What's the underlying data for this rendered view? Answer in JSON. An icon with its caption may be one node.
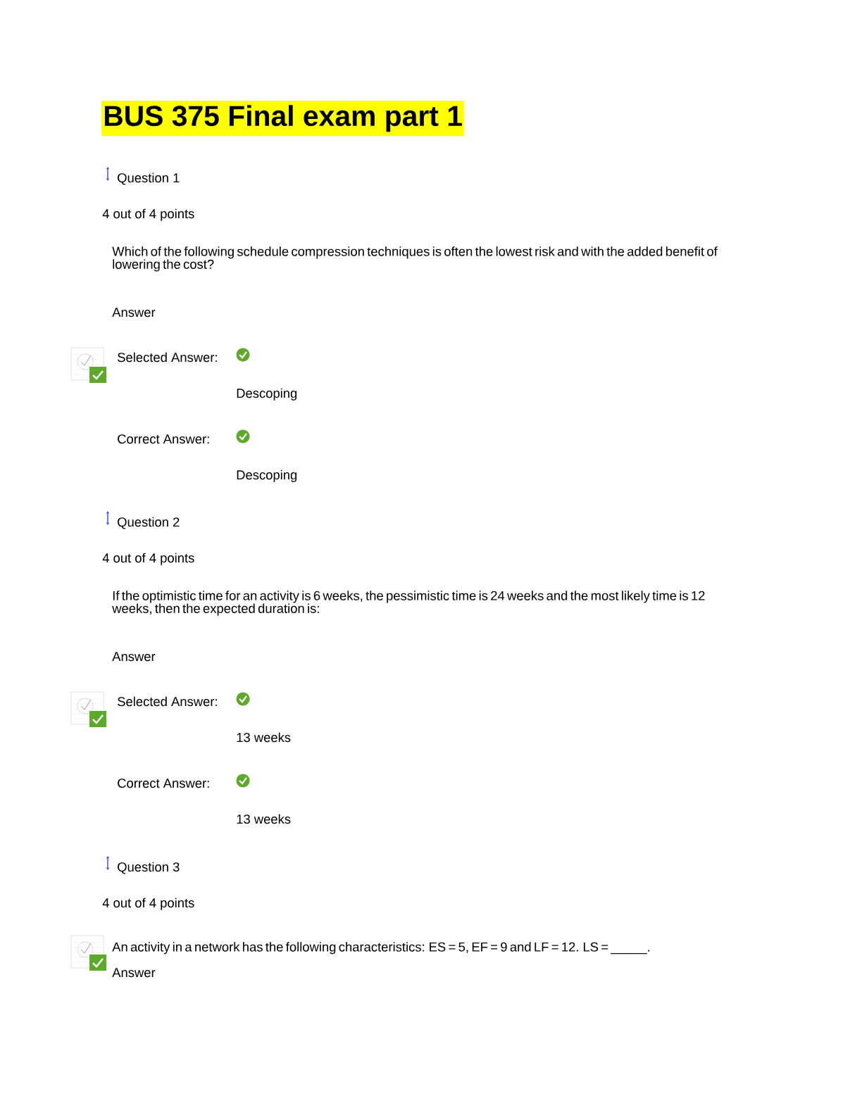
{
  "diagram": {
    "title": "BUS 375 Final exam part 1",
    "labels": [
      "Question 1",
      "4 out of 4 points",
      "Which of the following schedule compression techniques is often the lowest risk and with the added benefit of lowering the cost?",
      "Answer",
      "Selected Answer:",
      "Descoping",
      "Correct Answer:",
      "Descoping",
      "Question 2",
      "4 out of 4 points",
      "If the optimistic time for an activity is 6 weeks, the pessimistic time is 24 weeks and the most likely time is 12 weeks, then the expected duration is:",
      "Answer",
      "Selected Answer:",
      "13 weeks",
      "Correct Answer:",
      "13 weeks",
      "Question 3",
      "4 out of 4 points",
      "An activity in a network has the following characteristics: ES = 5, EF = 9 and LF = 12. LS = _____.",
      "Answer"
    ]
  }
}
